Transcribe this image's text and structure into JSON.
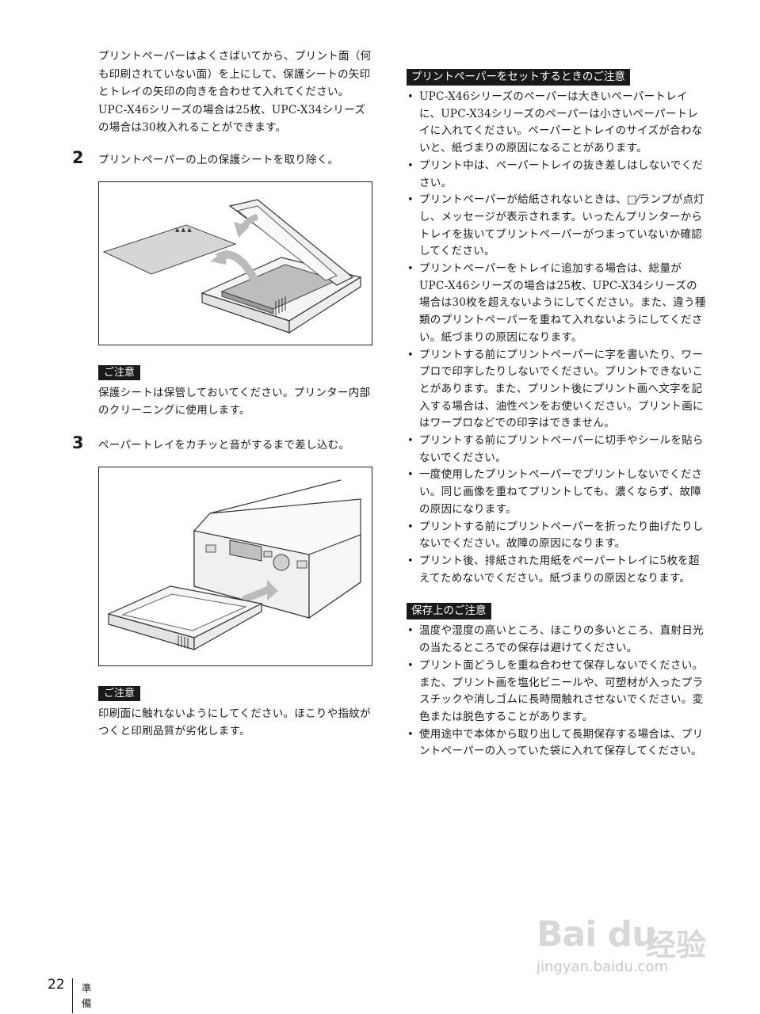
{
  "intro": "プリントペーパーはよくさばいてから、プリント面（何も印刷されていない面）を上にして、保護シートの矢印とトレイの矢印の向きを合わせて入れてください。UPC-X46シリーズの場合は25枚、UPC-X34シリーズの場合は30枚入れることができます。",
  "step2": {
    "num": "2",
    "text": "プリントペーパーの上の保護シートを取り除く。"
  },
  "caution1": {
    "badge": "ご注意",
    "text": "保護シートは保管しておいてください。プリンター内部のクリーニングに使用します。"
  },
  "step3": {
    "num": "3",
    "text": "ペーパートレイをカチッと音がするまで差し込む。"
  },
  "caution2": {
    "badge": "ご注意",
    "text": "印刷面に触れないようにしてください。ほこりや指紋がつくと印刷品質が劣化します。"
  },
  "setting_section": {
    "title": "プリントペーパーをセットするときのご注意",
    "items": [
      "UPC-X46シリーズのペーパーは大きいペーパートレイに、UPC-X34シリーズのペーパーは小さいペーパートレイに入れてください。ペーパーとトレイのサイズが合わないと、紙づまりの原因になることがあります。",
      "プリント中は、ペーパートレイの抜き差しはしないでください。",
      "プリントペーパーが給紙されないときは、□⁄ランプが点灯し、メッセージが表示されます。いったんプリンターからトレイを抜いてプリントペーパーがつまっていないか確認してください。",
      "プリントペーパーをトレイに追加する場合は、総量がUPC-X46シリーズの場合は25枚、UPC-X34シリーズの場合は30枚を超えないようにしてください。また、違う種類のプリントペーパーを重ねて入れないようにしてください。紙づまりの原因になります。",
      "プリントする前にプリントペーパーに字を書いたり、ワープロで印字したりしないでください。プリントできないことがあります。また、プリント後にプリント画へ文字を記入する場合は、油性ペンをお使いください。プリント画にはワープロなどでの印字はできません。",
      "プリントする前にプリントペーパーに切手やシールを貼らないでください。",
      "一度使用したプリントペーパーでプリントしないでください。同じ画像を重ねてプリントしても、濃くならず、故障の原因になります。",
      "プリントする前にプリントペーパーを折ったり曲げたりしないでください。故障の原因になります。",
      "プリント後、排紙された用紙をペーパートレイに5枚を超えてためないでください。紙づまりの原因となります。"
    ]
  },
  "storage_section": {
    "title": "保存上のご注意",
    "items": [
      "温度や湿度の高いところ、ほこりの多いところ、直射日光の当たるところでの保存は避けてください。",
      "プリント面どうしを重ね合わせて保存しないでください。また、プリント画を塩化ビニールや、可塑材が入ったプラスチックや消しゴムに長時間触れさせないでください。変色または脱色することがあります。",
      "使用途中で本体から取り出して長期保存する場合は、プリントペーパーの入っていた袋に入れて保存してください。"
    ]
  },
  "footer": {
    "page": "22",
    "section": "準備"
  },
  "watermark": {
    "brand": "Bai du",
    "cn": "经验",
    "url": "jingyan.baidu.com"
  }
}
